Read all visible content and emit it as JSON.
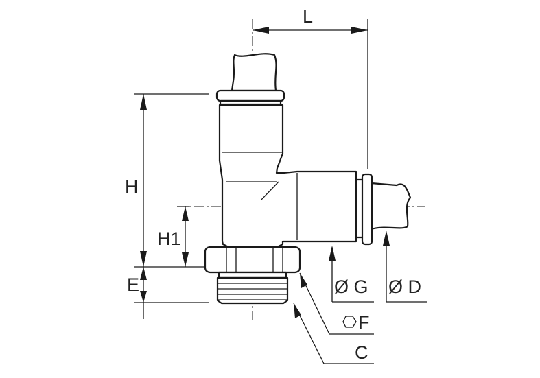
{
  "diagram": {
    "labels": {
      "L": "L",
      "H": "H",
      "H1": "H1",
      "E": "E",
      "G": "Ø G",
      "D": "Ø D",
      "F": "F",
      "C": "C"
    }
  }
}
